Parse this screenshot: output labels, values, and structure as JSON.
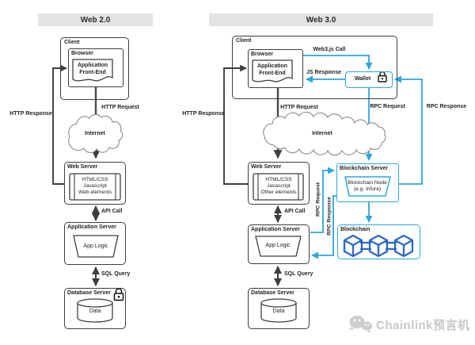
{
  "colors": {
    "accent_blue": "#2da7e0",
    "cube_blue": "#2d68c5",
    "stroke_dark": "#3e3e3e",
    "header_bg": "#e3e3e3",
    "watermark_gray": "#c8c8c8"
  },
  "web2": {
    "header": "Web 2.0",
    "client": "Client",
    "browser": "Browser",
    "frontend": "Application\nFront-End",
    "http_response": "HTTP Response",
    "http_request": "HTTP Request",
    "internet": "Internet",
    "web_server": "Web Server",
    "web_content": "HTML/CSS\nJavascript\nWeb elements",
    "api_call": "API Call",
    "app_server": "Application Server",
    "app_logic": "App Logic",
    "sql_query": "SQL Query",
    "db_server": "Database Server",
    "data": "Data"
  },
  "web3": {
    "header": "Web 3.0",
    "client": "Client",
    "browser": "Browser",
    "frontend": "Application\nFront-End",
    "web3js_call": "Web3.js Call",
    "js_response": "JS Response",
    "wallet": "Wallet",
    "rpc_request_wallet": "RPC Request",
    "rpc_response_wallet": "RPC Response",
    "http_response": "HTTP Response",
    "http_request": "HTTP Request",
    "internet": "Internet",
    "web_server": "Web Server",
    "web_content": "HTML/CSS\nJavascript\nOther elements",
    "api_call": "API Call",
    "rpc_request_app": "RPC Request",
    "rpc_response_app": "RPC Response",
    "app_server": "Application Server",
    "app_logic": "App Logic",
    "sql_query": "SQL Query",
    "db_server": "Database Server",
    "data": "Data",
    "blockchain_server": "Blockchain Server",
    "blockchain_node": "Blockchain Node\n(e.g. Infura)",
    "blockchain": "Blockchain"
  },
  "watermark": {
    "label": "Chainlink预言机"
  }
}
